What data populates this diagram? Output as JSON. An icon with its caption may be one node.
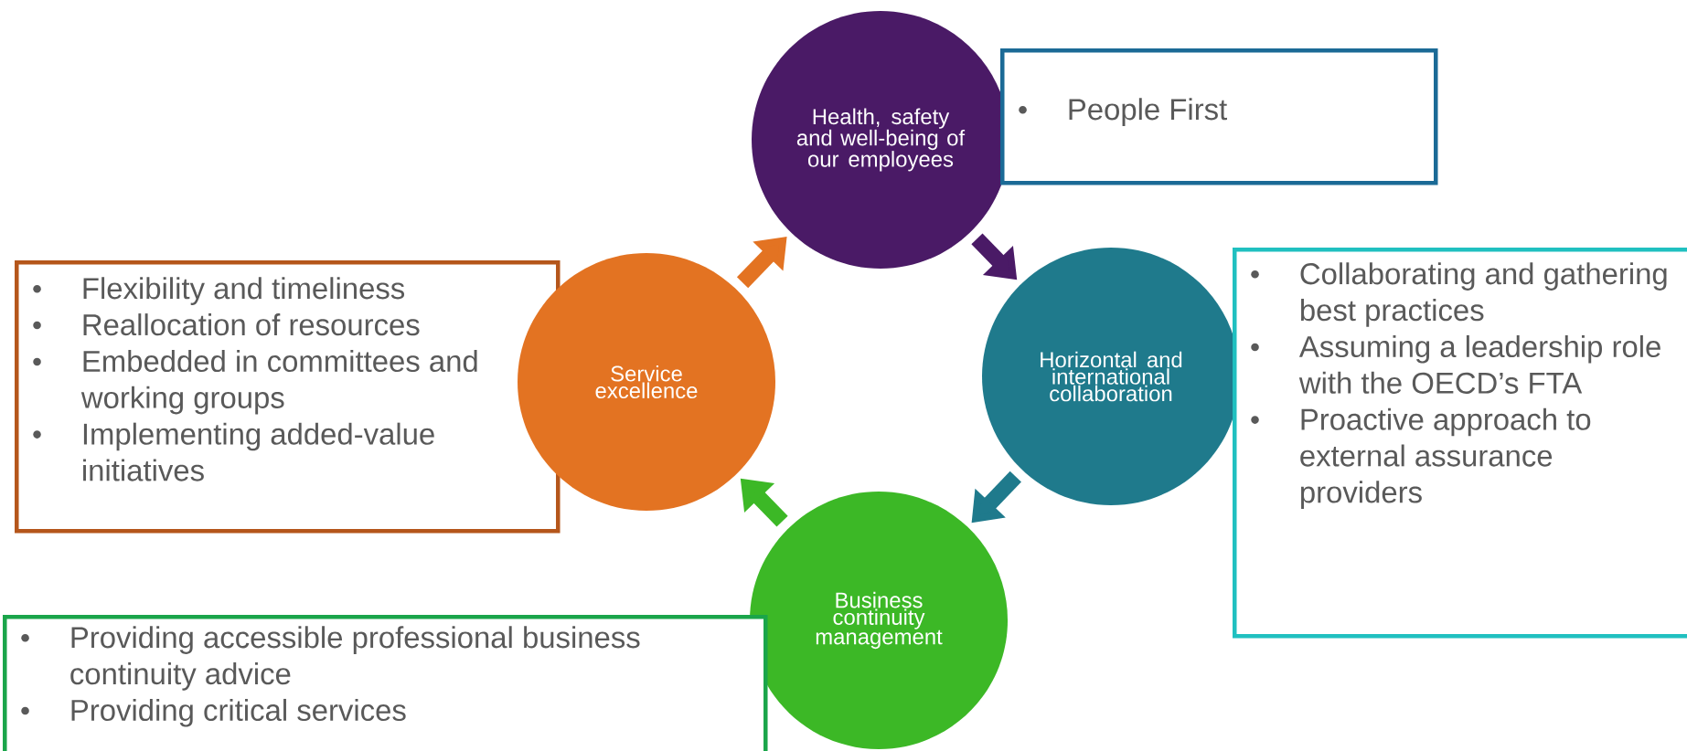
{
  "diagram": {
    "nodes": [
      {
        "text": [
          "Health, safety and well-being of our employees"
        ]
      },
      {
        "text": [
          "People First"
        ]
      },
      {
        "text": [
          "Flexibility and timeliness",
          "Reallocation of resources",
          "Embedded in committees and working groups",
          "Implementing added-value initiatives"
        ]
      },
      {
        "text": [
          "Service excellence"
        ]
      },
      {
        "text": [
          "Horizontal and international collaboration"
        ]
      },
      {
        "text": [
          "Collaborating and gathering best practices",
          "Assuming a leadership role with the OECD’s FTA",
          "Proactive approach to external assurance providers"
        ]
      },
      {
        "text": [
          "Business continuity management"
        ]
      },
      {
        "text": [
          "Providing accessible professional business continuity advice",
          "Providing critical services"
        ]
      }
    ],
    "edges": [
      {
        "from": 3,
        "to": 0,
        "arrow": "to",
        "color": "#e37322"
      },
      {
        "from": 0,
        "to": 4,
        "arrow": "to",
        "color": "#4a1a66"
      },
      {
        "from": 4,
        "to": 6,
        "arrow": "to",
        "color": "#1f7a8c"
      },
      {
        "from": 6,
        "to": 3,
        "arrow": "to",
        "color": "#3cb826"
      }
    ]
  }
}
